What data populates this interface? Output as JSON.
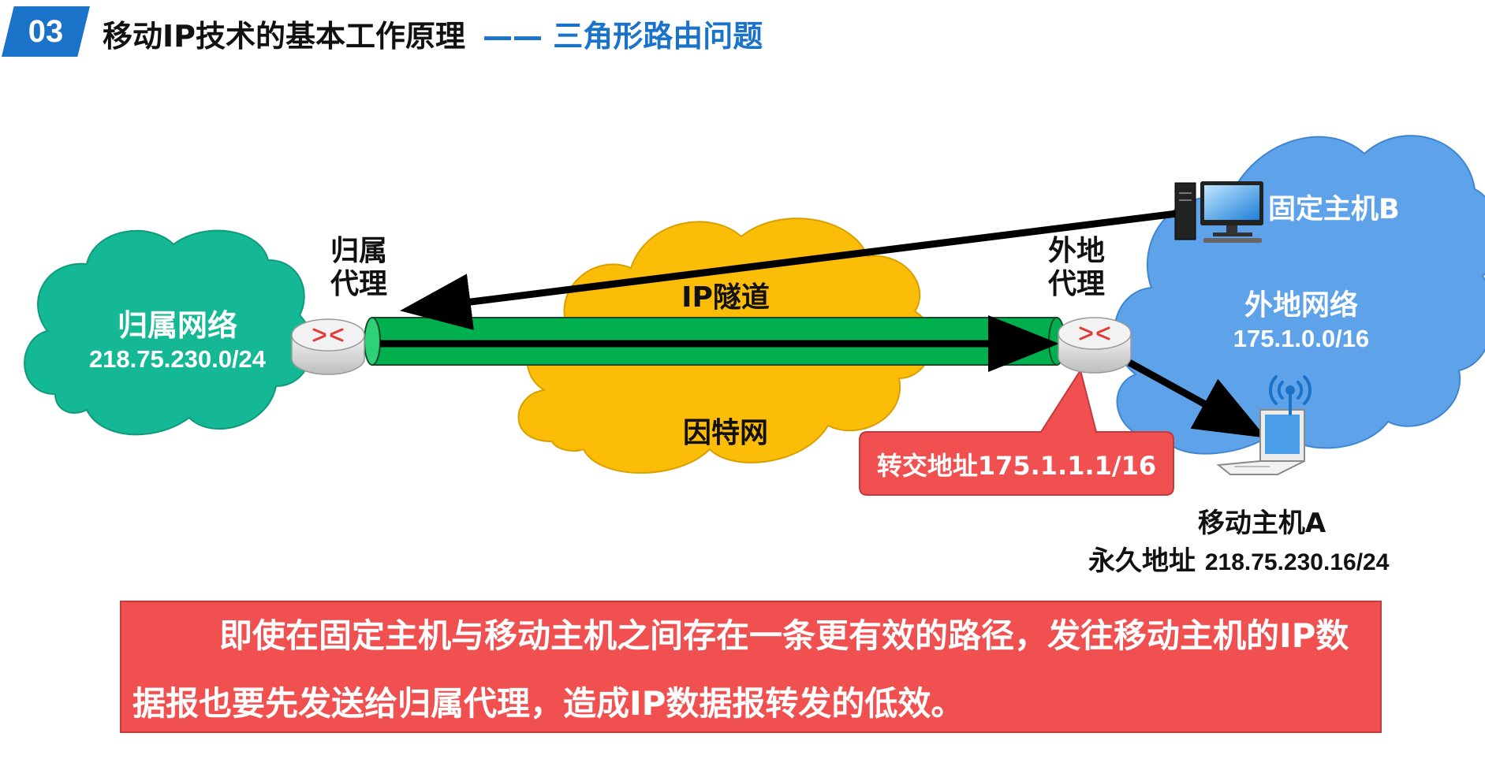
{
  "header": {
    "badge": "03",
    "title": "移动IP技术的基本工作原理",
    "subtitle": "—— 三角形路由问题"
  },
  "diagram": {
    "home_agent": "归属\n代理",
    "foreign_agent": "外地\n代理",
    "home_network": {
      "name": "归属网络",
      "prefix": "218.75.230.0/24"
    },
    "internet": "因特网",
    "tunnel": "IP隧道",
    "foreign_network": {
      "name": "外地网络",
      "prefix": "175.1.0.0/16"
    },
    "fixed_host": "固定主机B",
    "care_of_address": "转交地址175.1.1.1/16",
    "mobile_host": {
      "name": "移动主机A",
      "permanent_label": "永久地址",
      "permanent_address": "218.75.230.16/24"
    }
  },
  "note": "即使在固定主机与移动主机之间存在一条更有效的路径，发往移动主机的IP数据报也要先发送给归属代理，造成IP数据报转发的低效。",
  "colors": {
    "accent": "#1a73c8",
    "home_cloud": "#14b894",
    "internet_cloud": "#fbbd08",
    "foreign_cloud": "#5ea3ea",
    "tunnel": "#00b04f",
    "callout": "#f05050"
  }
}
